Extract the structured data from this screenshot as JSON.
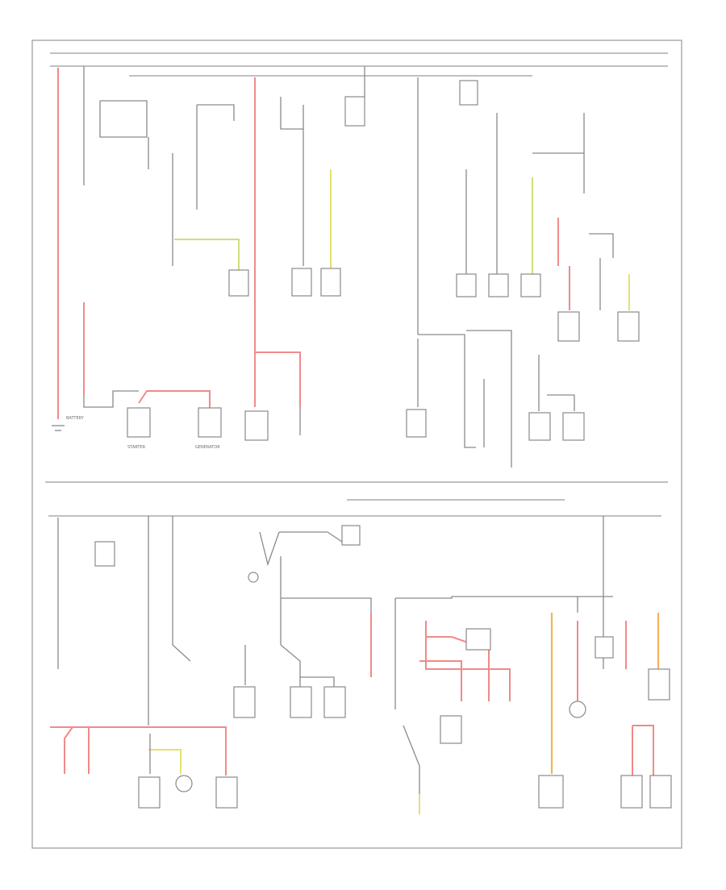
{
  "diagram": {
    "top_section_label": "",
    "bottom_section_label": "",
    "components": [
      {
        "id": "battery",
        "label": "BATTERY"
      },
      {
        "id": "starter",
        "label": "STARTER"
      },
      {
        "id": "generator",
        "label": "GENERATOR"
      }
    ],
    "wire_colors": {
      "red": "#f08a8a",
      "yellow": "#e6e070",
      "orange": "#f5b25a",
      "green": "#c9e07a",
      "gray": "#8a8a8a"
    }
  }
}
